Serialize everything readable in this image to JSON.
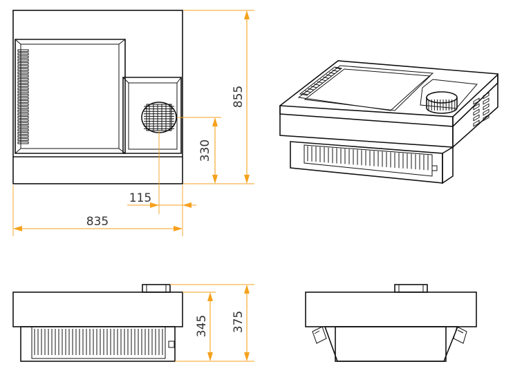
{
  "dimensions": {
    "top_height": "855",
    "fan_offset_y": "330",
    "fan_offset_x": "115",
    "top_width": "835",
    "front_height_inner": "345",
    "front_height_total": "375"
  },
  "colors": {
    "line": "#111111",
    "dimension": "#f5a11c",
    "dimension_text": "#333333",
    "background": "#ffffff"
  }
}
